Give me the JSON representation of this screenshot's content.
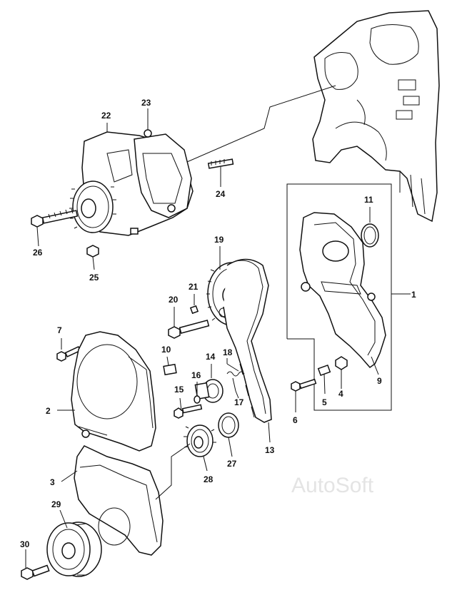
{
  "watermark": "AutoSoft",
  "callouts": {
    "c1": "1",
    "c2": "2",
    "c3": "3",
    "c4": "4",
    "c5": "5",
    "c6": "6",
    "c7": "7",
    "c9": "9",
    "c10": "10",
    "c11": "11",
    "c13": "13",
    "c14": "14",
    "c15": "15",
    "c16": "16",
    "c17": "17",
    "c18": "18",
    "c19": "19",
    "c20": "20",
    "c21": "21",
    "c22": "22",
    "c23": "23",
    "c24": "24",
    "c25": "25",
    "c26": "26",
    "c27": "27",
    "c28": "28",
    "c29": "29",
    "c30": "30"
  },
  "colors": {
    "line": "#111111",
    "background": "#ffffff",
    "watermark": "#e4e4e4"
  }
}
